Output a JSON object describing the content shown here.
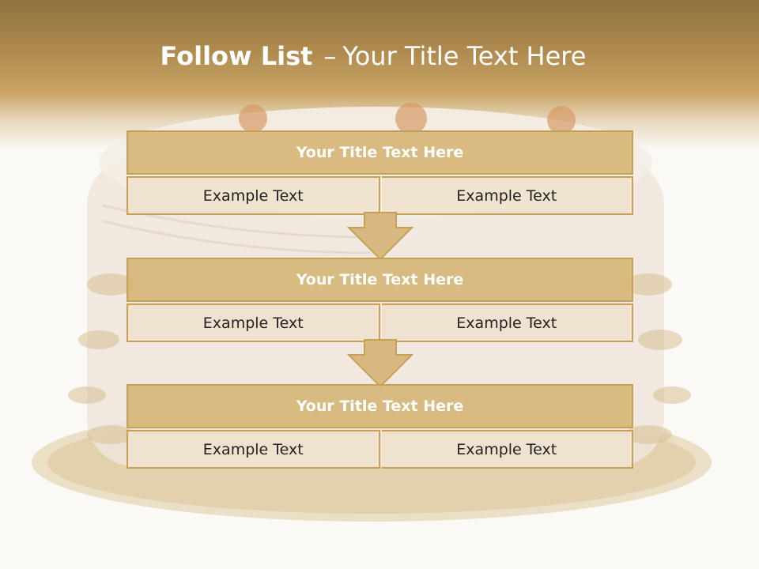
{
  "slide": {
    "title_bold": "Follow List",
    "title_dash": "–",
    "title_rest": "Your Title Text Here"
  },
  "blocks": [
    {
      "title": "Your Title Text Here",
      "left": "Example Text",
      "right": "Example Text"
    },
    {
      "title": "Your Title Text Here",
      "left": "Example Text",
      "right": "Example Text"
    },
    {
      "title": "Your Title Text Here",
      "left": "Example Text",
      "right": "Example Text"
    }
  ],
  "colors": {
    "header_top": "#8f7340",
    "header_mid": "#c9a566",
    "title_fill": "#d6b77a",
    "border": "#c6a057",
    "cell_fill": "#efe1cf",
    "arrow_fill": "#d8b880"
  }
}
